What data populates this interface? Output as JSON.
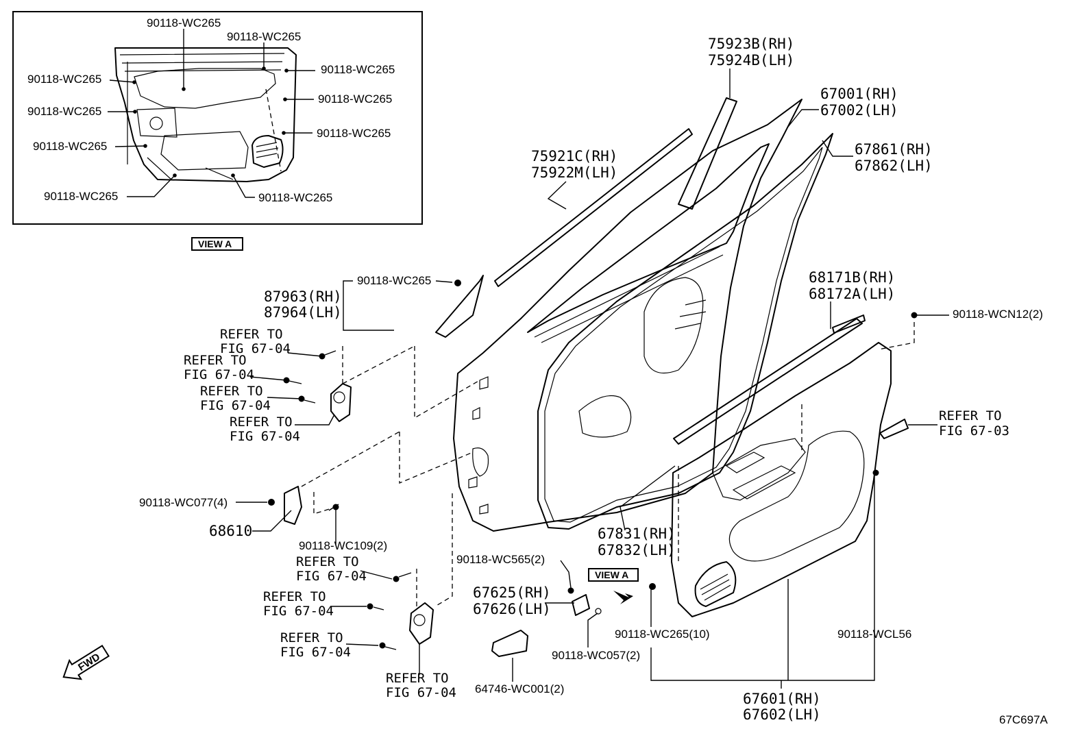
{
  "inset": {
    "labels": [
      "90118-WC265",
      "90118-WC265",
      "90118-WC265",
      "90118-WC265",
      "90118-WC265",
      "90118-WC265",
      "90118-WC265",
      "90118-WC265",
      "90118-WC265",
      "90118-WC265"
    ],
    "view_tag": "VIEW A"
  },
  "parts": {
    "p75923": [
      "75923B(RH)",
      "75924B(LH)"
    ],
    "p67001": [
      "67001(RH)",
      "67002(LH)"
    ],
    "p67861": [
      "67861(RH)",
      "67862(LH)"
    ],
    "p75921": [
      "75921C(RH)",
      "75922M(LH)"
    ],
    "p68171": [
      "68171B(RH)",
      "68172A(LH)"
    ],
    "p87963": [
      "87963(RH)",
      "87964(LH)"
    ],
    "p87963_screw": "90118-WC265",
    "wcn12": "90118-WCN12(2)",
    "refer_tr": [
      "REFER TO",
      "FIG 67-03"
    ],
    "refer_h1": [
      "REFER TO",
      "FIG 67-04"
    ],
    "refer_h2": [
      "REFER TO",
      "FIG 67-04"
    ],
    "refer_h3": [
      "REFER TO",
      "FIG 67-04"
    ],
    "refer_h4": [
      "REFER TO",
      "FIG 67-04"
    ],
    "wc077": "90118-WC077(4)",
    "p68610": "68610",
    "wc109": "90118-WC109(2)",
    "refer_l1": [
      "REFER TO",
      "FIG 67-04"
    ],
    "refer_l2": [
      "REFER TO",
      "FIG 67-04"
    ],
    "refer_l3": [
      "REFER TO",
      "FIG 67-04"
    ],
    "refer_l4": [
      "REFER TO",
      "FIG 67-04"
    ],
    "wc565": "90118-WC565(2)",
    "p67625": [
      "67625(RH)",
      "67626(LH)"
    ],
    "p67831": [
      "67831(RH)",
      "67832(LH)"
    ],
    "view_tag": "VIEW A",
    "wc265_10": "90118-WC265(10)",
    "wc057": "90118-WC057(2)",
    "wcl56": "90118-WCL56",
    "p64746": "64746-WC001(2)",
    "p67601": [
      "67601(RH)",
      "67602(LH)"
    ],
    "fwd": "FWD"
  },
  "drawing_code": "67C697A"
}
